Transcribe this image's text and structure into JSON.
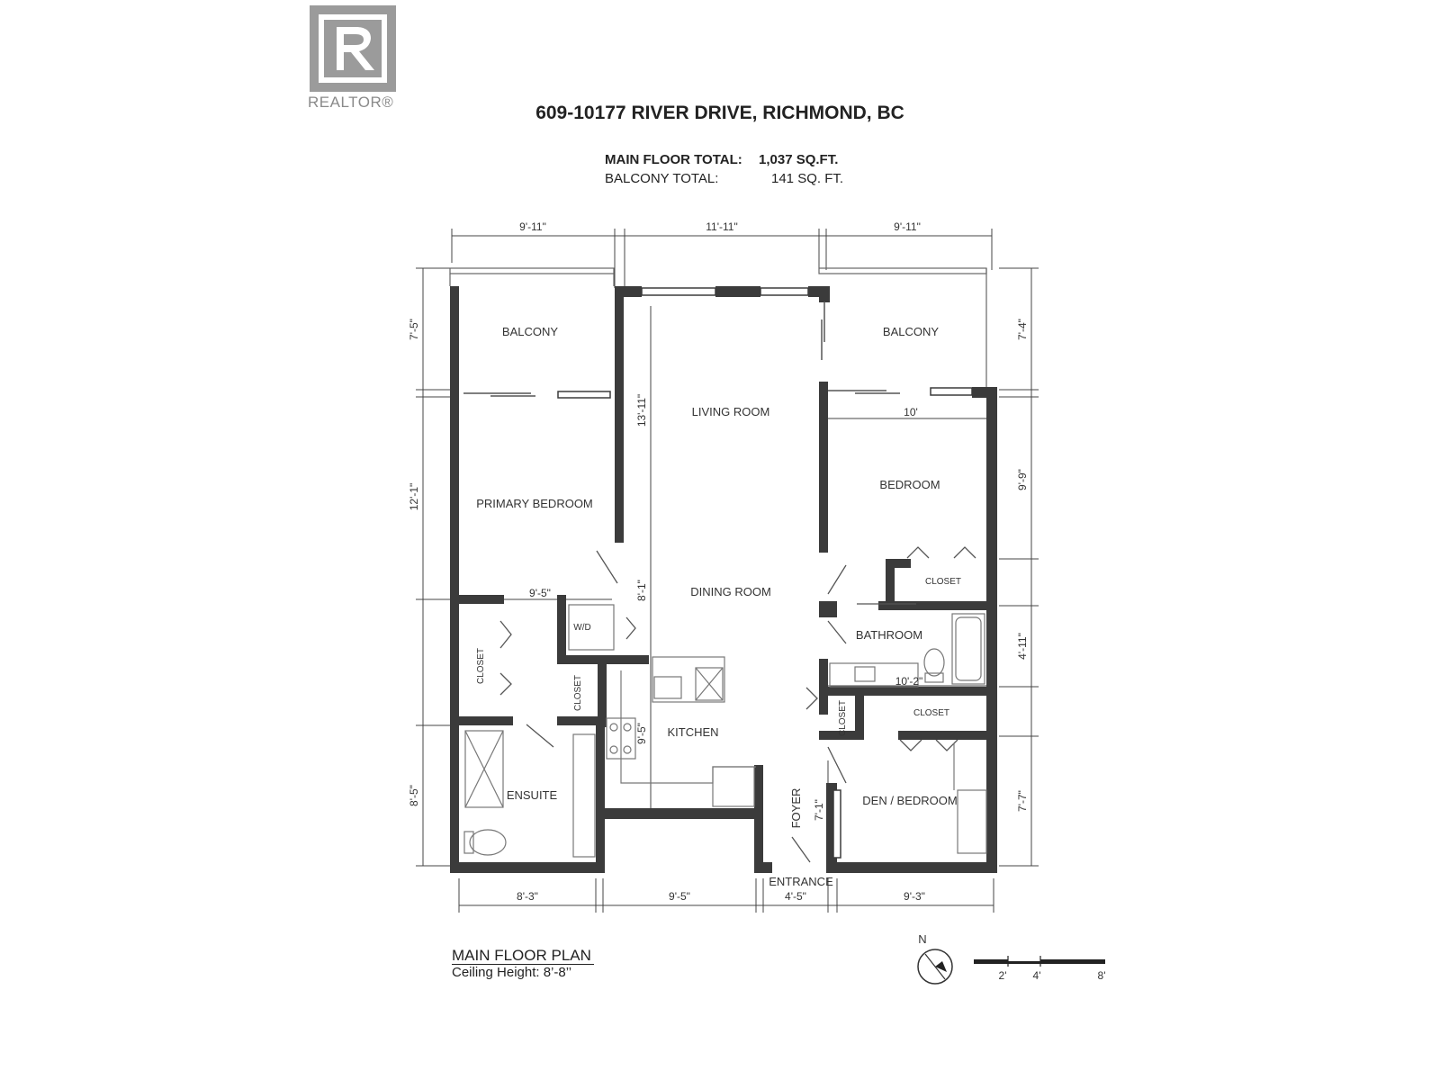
{
  "header": {
    "logo_text": "REALTOR®",
    "title": "609-10177 RIVER DRIVE, RICHMOND, BC",
    "main_floor_label": "MAIN FLOOR TOTAL:",
    "main_floor_value": "1,037 SQ.FT.",
    "balcony_label": "BALCONY TOTAL:",
    "balcony_value": "141 SQ. FT."
  },
  "rooms": {
    "balcony_left": "BALCONY",
    "balcony_right": "BALCONY",
    "living_room": "LIVING ROOM",
    "primary_bedroom": "PRIMARY BEDROOM",
    "bedroom": "BEDROOM",
    "dining_room": "DINING ROOM",
    "closet_bedroom": "CLOSET",
    "washer_dryer": "W/D",
    "bathroom": "BATHROOM",
    "closet_primary": "CLOSET",
    "closet_laundry": "CLOSET",
    "kitchen": "KITCHEN",
    "closet_foyer": "CLOSET",
    "closet_den": "CLOSET",
    "ensuite": "ENSUITE",
    "foyer": "FOYER",
    "den_bedroom": "DEN / BEDROOM",
    "entrance": "ENTRANCE"
  },
  "dimensions": {
    "top_left": "9'-11\"",
    "top_mid": "11'-11\"",
    "top_right": "9'-11\"",
    "left_balcony": "7'-5\"",
    "left_primary": "12'-1\"",
    "left_ensuite": "8'-5\"",
    "right_balcony": "7'-4\"",
    "right_bedroom": "9'-9\"",
    "right_bathroom": "4'-11\"",
    "right_den": "7'-7\"",
    "living_depth": "13'-11\"",
    "dining_depth": "8'-1\"",
    "kitchen_depth": "9'-5\"",
    "foyer_depth": "7'-1\"",
    "bedroom_width": "10'",
    "primary_width": "9'-5\"",
    "bathroom_width": "10'-2\"",
    "bottom_ensuite": "8'-3\"",
    "bottom_kitchen": "9'-5\"",
    "bottom_entrance": "4'-5\"",
    "bottom_den": "9'-3\""
  },
  "footer": {
    "plan_title": "MAIN FLOOR PLAN",
    "ceiling": "Ceiling Height: 8’-8’’"
  },
  "compass": {
    "north_label": "N"
  },
  "scale_bar": {
    "labels": [
      "2'",
      "4'",
      "8'"
    ]
  },
  "colors": {
    "wall": "#3b3b3b",
    "logo": "#9b9b9b",
    "fixture": "#777777"
  }
}
